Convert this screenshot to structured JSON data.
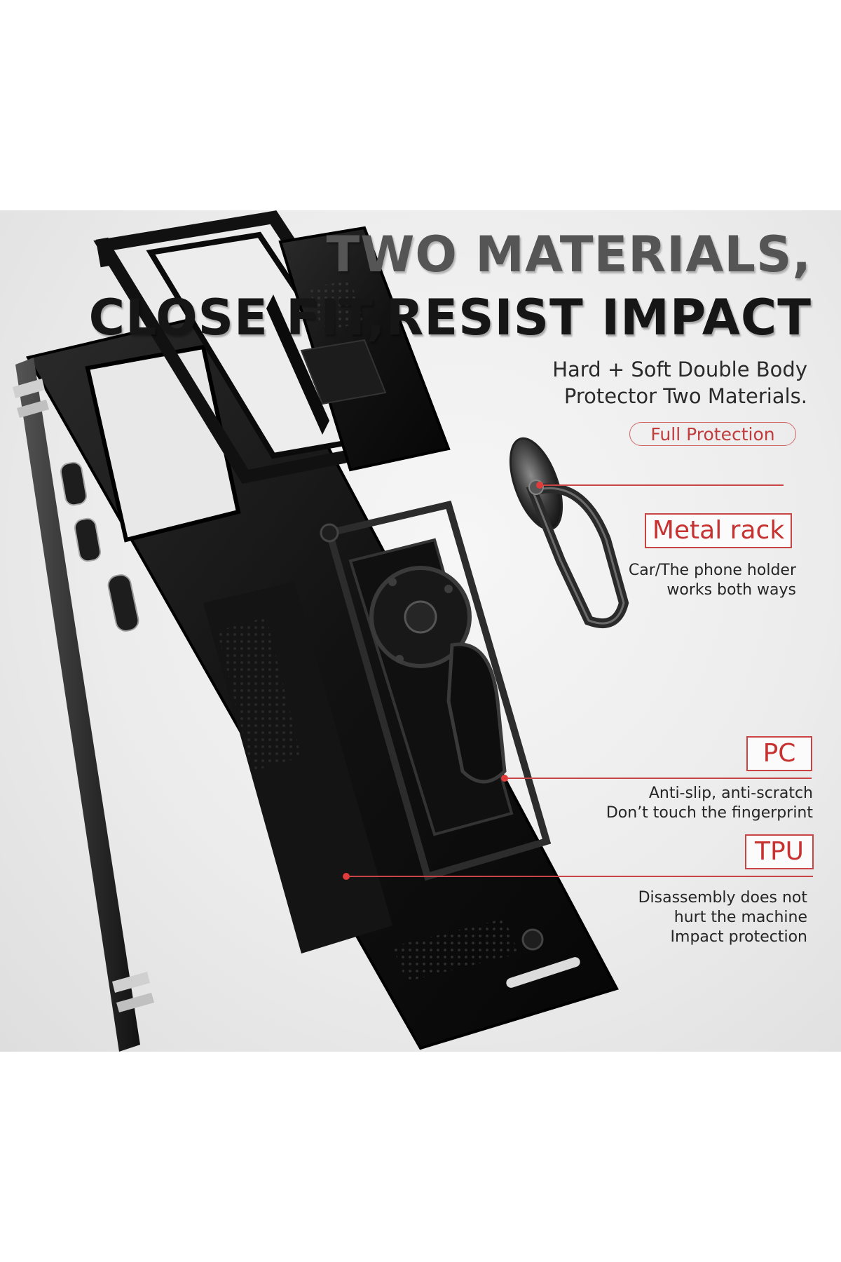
{
  "headline": {
    "line1": "TWO MATERIALS,",
    "line2": "CLOSE FIT,RESIST IMPACT"
  },
  "subtitle": {
    "line1": "Hard + Soft Double Body",
    "line2": "Protector Two Materials."
  },
  "pill_label": "Full Protection",
  "callouts": [
    {
      "tag": "Metal rack",
      "lines": [
        "Car/The phone holder",
        "works both ways"
      ]
    },
    {
      "tag": "PC",
      "lines": [
        "Anti-slip, anti-scratch",
        "Don’t touch the fingerprint"
      ]
    },
    {
      "tag": "TPU",
      "lines": [
        "Disassembly does not",
        "hurt the machine",
        "Impact protection"
      ]
    }
  ],
  "colors": {
    "accent": "#c7312f",
    "case": "#151515",
    "background": "#ececec"
  }
}
